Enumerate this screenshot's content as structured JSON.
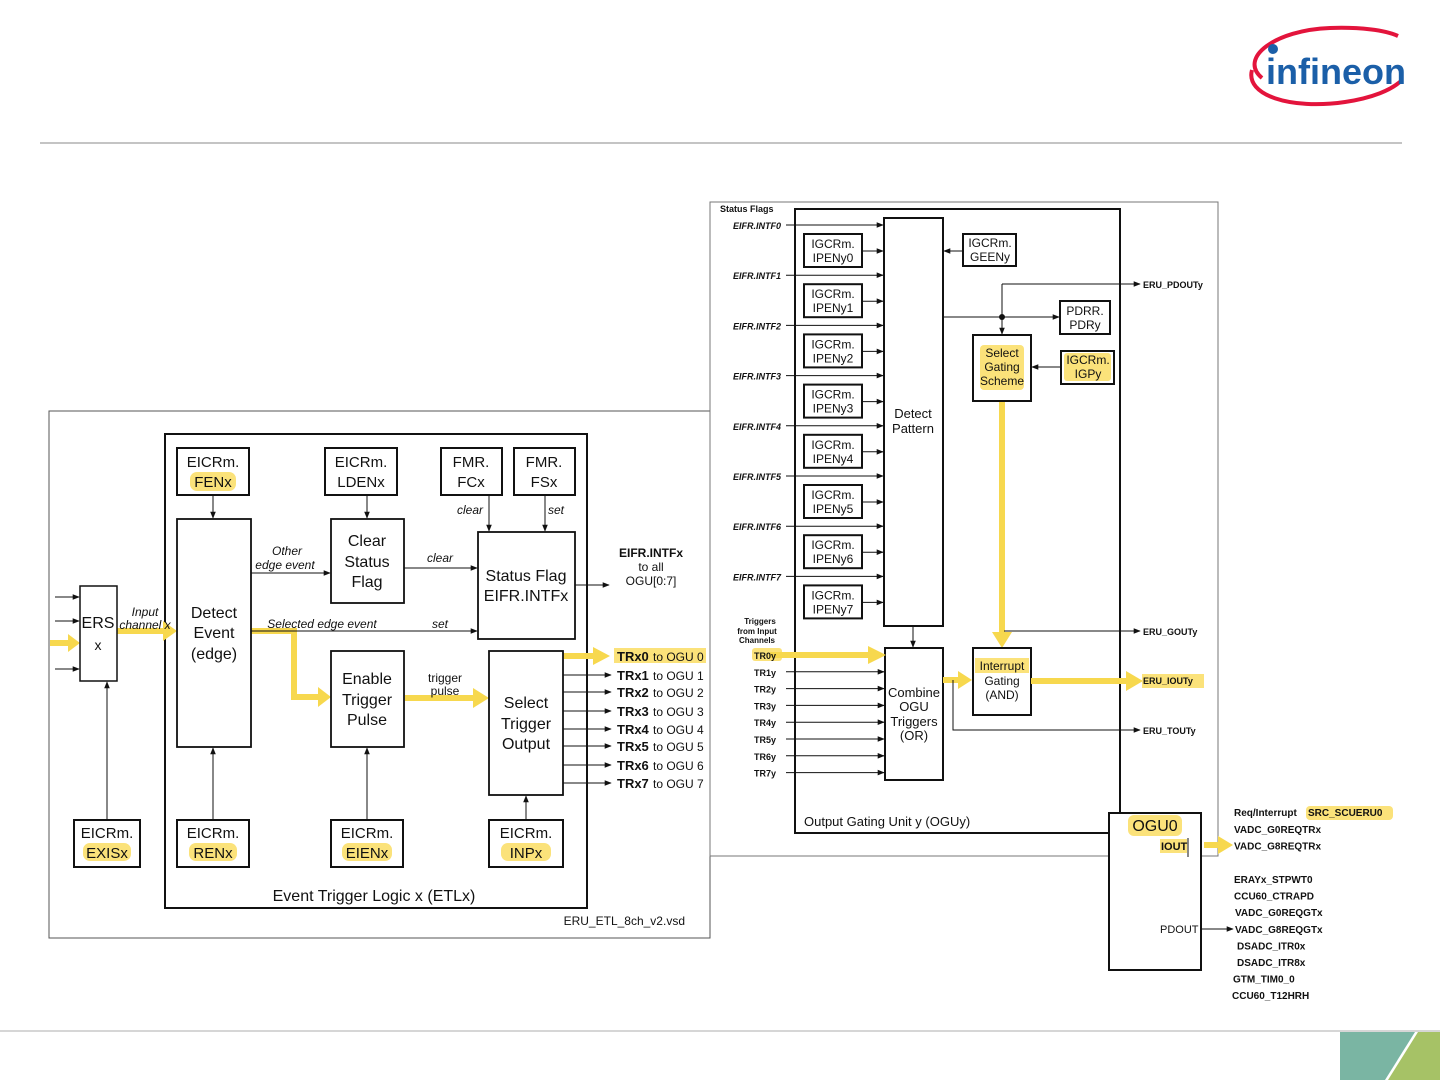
{
  "slide": {
    "brand": "infineon",
    "colors": {
      "brand_blue": "#1b5fa8",
      "brand_red": "#e3143c",
      "highlight": "#fbe27a",
      "arrow_yellow": "#f7d84e",
      "footer_teal": "#7ab5a3",
      "footer_green": "#a6c266",
      "divider": "#b0b0b0"
    }
  },
  "etl": {
    "title": "Event Trigger Logic x (ETLx)",
    "file": "ERU_ETL_8ch_v2.vsd",
    "ers": {
      "line1": "ERS",
      "line2": "x"
    },
    "input_channel": {
      "line1": "Input",
      "line2": "channel x"
    },
    "regs": {
      "fen": {
        "line1": "EICRm.",
        "line2": "FENx"
      },
      "lden": {
        "line1": "EICRm.",
        "line2": "LDENx"
      },
      "fc": {
        "line1": "FMR.",
        "line2": "FCx"
      },
      "fs": {
        "line1": "FMR.",
        "line2": "FSx"
      },
      "exis": {
        "line1": "EICRm.",
        "line2": "EXISx"
      },
      "ren": {
        "line1": "EICRm.",
        "line2": "RENx"
      },
      "eien": {
        "line1": "EICRm.",
        "line2": "EIENx"
      },
      "inp": {
        "line1": "EICRm.",
        "line2": "INPx"
      }
    },
    "blocks": {
      "detect_event": [
        "Detect",
        "Event",
        "(edge)"
      ],
      "clear_status": [
        "Clear",
        "Status",
        "Flag"
      ],
      "status_flag": [
        "Status Flag",
        "EIFR.INTFx"
      ],
      "enable_trigger": [
        "Enable",
        "Trigger",
        "Pulse"
      ],
      "select_trigger": [
        "Select",
        "Trigger",
        "Output"
      ]
    },
    "labels": {
      "other_edge_1": "Other",
      "other_edge_2": "edge event",
      "clear1": "clear",
      "clear2": "clear",
      "set1": "set",
      "set2": "set",
      "selected_edge": "Selected  edge event",
      "trigger_pulse_1": "trigger",
      "trigger_pulse_2": "pulse",
      "eifr_out_1": "EIFR.INTFx",
      "eifr_out_2": "to all",
      "eifr_out_3": "OGU[0:7]"
    },
    "trigger_outputs": [
      {
        "name": "TRx0",
        "dest": "to OGU 0"
      },
      {
        "name": "TRx1",
        "dest": "to OGU 1"
      },
      {
        "name": "TRx2",
        "dest": "to OGU 2"
      },
      {
        "name": "TRx3",
        "dest": "to OGU 3"
      },
      {
        "name": "TRx4",
        "dest": "to OGU 4"
      },
      {
        "name": "TRx5",
        "dest": "to OGU 5"
      },
      {
        "name": "TRx6",
        "dest": "to OGU 6"
      },
      {
        "name": "TRx7",
        "dest": "to OGU 7"
      }
    ]
  },
  "ogu": {
    "title": "Output Gating Unit y (OGUy)",
    "status_flags_label": "Status Flags",
    "flags": [
      "EIFR.INTF0",
      "EIFR.INTF1",
      "EIFR.INTF2",
      "EIFR.INTF3",
      "EIFR.INTF4",
      "EIFR.INTF5",
      "EIFR.INTF6",
      "EIFR.INTF7"
    ],
    "ipen": [
      {
        "line1": "IGCRm.",
        "line2": "IPENy0"
      },
      {
        "line1": "IGCRm.",
        "line2": "IPENy1"
      },
      {
        "line1": "IGCRm.",
        "line2": "IPENy2"
      },
      {
        "line1": "IGCRm.",
        "line2": "IPENy3"
      },
      {
        "line1": "IGCRm.",
        "line2": "IPENy4"
      },
      {
        "line1": "IGCRm.",
        "line2": "IPENy5"
      },
      {
        "line1": "IGCRm.",
        "line2": "IPENy6"
      },
      {
        "line1": "IGCRm.",
        "line2": "IPENy7"
      }
    ],
    "detect_pattern": [
      "Detect",
      "Pattern"
    ],
    "geen": {
      "line1": "IGCRm.",
      "line2": "GEENy"
    },
    "pdrr": {
      "line1": "PDRR.",
      "line2": "PDRy"
    },
    "igp": {
      "line1": "IGCRm.",
      "line2": "IGPy"
    },
    "select_gating": [
      "Select",
      "Gating",
      "Scheme"
    ],
    "interrupt_gating": [
      "Interrupt",
      "Gating",
      "(AND)"
    ],
    "combine": [
      "Combine",
      "OGU",
      "Triggers",
      "(OR)"
    ],
    "triggers_label": [
      "Triggers",
      "from Input",
      "Channels"
    ],
    "trigger_inputs": [
      "TR0y",
      "TR1y",
      "TR2y",
      "TR3y",
      "TR4y",
      "TR5y",
      "TR6y",
      "TR7y"
    ],
    "outputs": {
      "pdout": "ERU_PDOUTy",
      "gout": "ERU_GOUTy",
      "iout": "ERU_IOUTy",
      "tout": "ERU_TOUTy"
    }
  },
  "ogu0": {
    "title": "OGU0",
    "iout": "IOUT",
    "pdout": "PDOUT",
    "req_label": "Req/Interrupt",
    "src": "SRC_SCUERU0",
    "iout_targets": [
      "VADC_G0REQTRx",
      "VADC_G8REQTRx"
    ],
    "pdout_targets": [
      "ERAYx_STPWT0",
      "CCU60_CTRAPD",
      "VADC_G0REQGTx",
      "VADC_G8REQGTx",
      "DSADC_ITR0x",
      "DSADC_ITR8x",
      "GTM_TIM0_0",
      "CCU60_T12HRH"
    ]
  }
}
